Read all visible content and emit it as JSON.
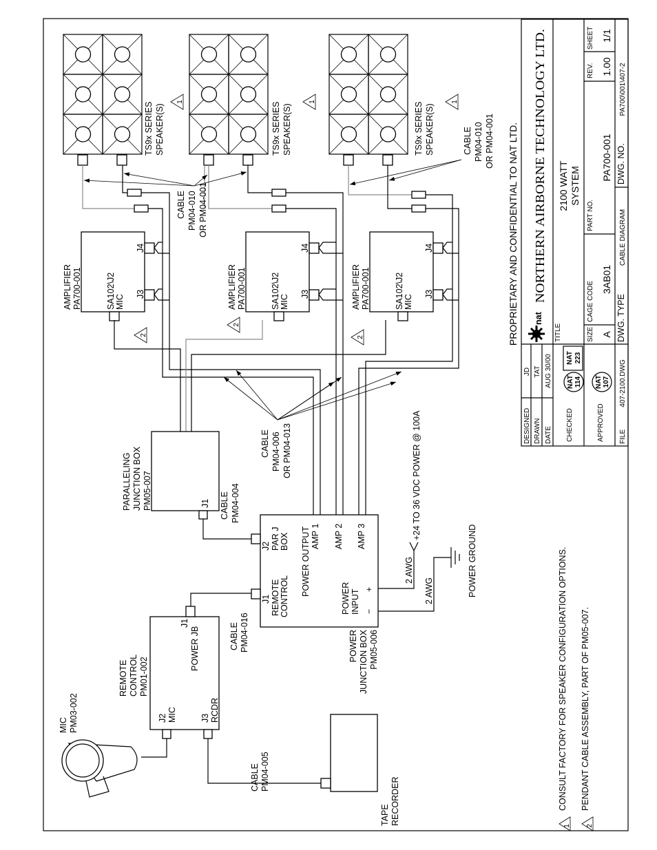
{
  "speakers": {
    "label_line1": "TS9x SERIES",
    "label_line2": "SPEAKER(S)",
    "note_marker": "1"
  },
  "amplifier": {
    "name": "AMPLIFIER",
    "part": "PA700-001",
    "mic_port": "SA102\\J2",
    "mic_label": "MIC",
    "j3": "J3",
    "j4": "J4",
    "note_marker": "2"
  },
  "cable_speaker": {
    "line1": "CABLE",
    "line2": "PM04-010",
    "line3": "OR PM04-001"
  },
  "cable_amp": {
    "line1": "CABLE",
    "line2": "PM04-006",
    "line3": "OR PM04-013"
  },
  "paralleling_box": {
    "line1": "PARALLELING",
    "line2": "JUNCTION BOX",
    "line3": "PM05-007",
    "j1": "J1"
  },
  "cable_par": {
    "line1": "CABLE",
    "line2": "PM04-004"
  },
  "power_box": {
    "j2": "J2",
    "par_line1": "PAR J",
    "par_line2": "BOX",
    "j1": "J1",
    "rc_line1": "REMOTE",
    "rc_line2": "CONTROL",
    "output": "POWER OUTPUT",
    "amp1": "AMP 1",
    "amp2": "AMP 2",
    "amp3": "AMP 3",
    "input_line1": "POWER",
    "input_line2": "INPUT",
    "plus": "+",
    "minus": "−",
    "name_line1": "POWER",
    "name_line2": "JUNCTION BOX",
    "name_line3": "PM05-006"
  },
  "power": {
    "awg_plus": "2 AWG",
    "awg_minus": "2 AWG",
    "supply": "+24 TO 36 VDC POWER @ 100A",
    "ground": "POWER GROUND"
  },
  "cable_rc": {
    "line1": "CABLE",
    "line2": "PM04-016"
  },
  "remote_control": {
    "line1": "REMOTE",
    "line2": "CONTROL",
    "line3": "PM01-002",
    "j1": "J1",
    "j1_label": "POWER JB",
    "j2": "J2",
    "j2_label": "MIC",
    "j3": "J3",
    "j3_label": "RCDR"
  },
  "mic": {
    "line1": "MIC",
    "line2": "PM03-002"
  },
  "cable_tape": {
    "line1": "CABLE",
    "line2": "PM04-005"
  },
  "tape": {
    "line1": "TAPE",
    "line2": "RECORDER"
  },
  "notes": [
    {
      "marker": "1",
      "text": "CONSULT FACTORY FOR SPEAKER CONFIGURATION OPTIONS."
    },
    {
      "marker": "2",
      "text": "PENDANT CABLE ASSEMBLY, PART OF PM05-007."
    }
  ],
  "proprietary": "PROPRIETARY AND CONFIDENTIAL TO NAT LTD.",
  "title_block": {
    "logo": "nat",
    "company": "NORTHERN AIRBORNE TECHNOLOGY LTD.",
    "designed_label": "DESIGNED",
    "designed": "JD",
    "drawn_label": "DRAWN",
    "drawn": "TAT",
    "date_label": "DATE",
    "date": "AUG 30/00",
    "checked_label": "CHECKED",
    "stamp_114": {
      "a": "NAT",
      "b": "114"
    },
    "stamp_223": {
      "a": "NAT",
      "b": "223"
    },
    "approved_label": "APPROVED",
    "stamp_107": {
      "a": "NAT",
      "b": "107"
    },
    "file_label": "FILE",
    "file": "407-2100.DWG",
    "title_label": "TITLE",
    "title_line1": "2100 WATT",
    "title_line2": "SYSTEM",
    "size_label": "SIZE",
    "size": "A",
    "cage_label": "CAGE CODE",
    "cage": "3AB01",
    "part_label": "PART NO.",
    "part": "PA700-001",
    "rev_label": "REV.",
    "rev": "1.00",
    "sheet_label": "SHEET",
    "sheet": "1/1",
    "dwg_type_label": "DWG. TYPE",
    "dwg_type": "CABLE DIAGRAM",
    "dwg_no_label": "DWG. NO.",
    "dwg_no": "PA700\\001\\407-2"
  }
}
